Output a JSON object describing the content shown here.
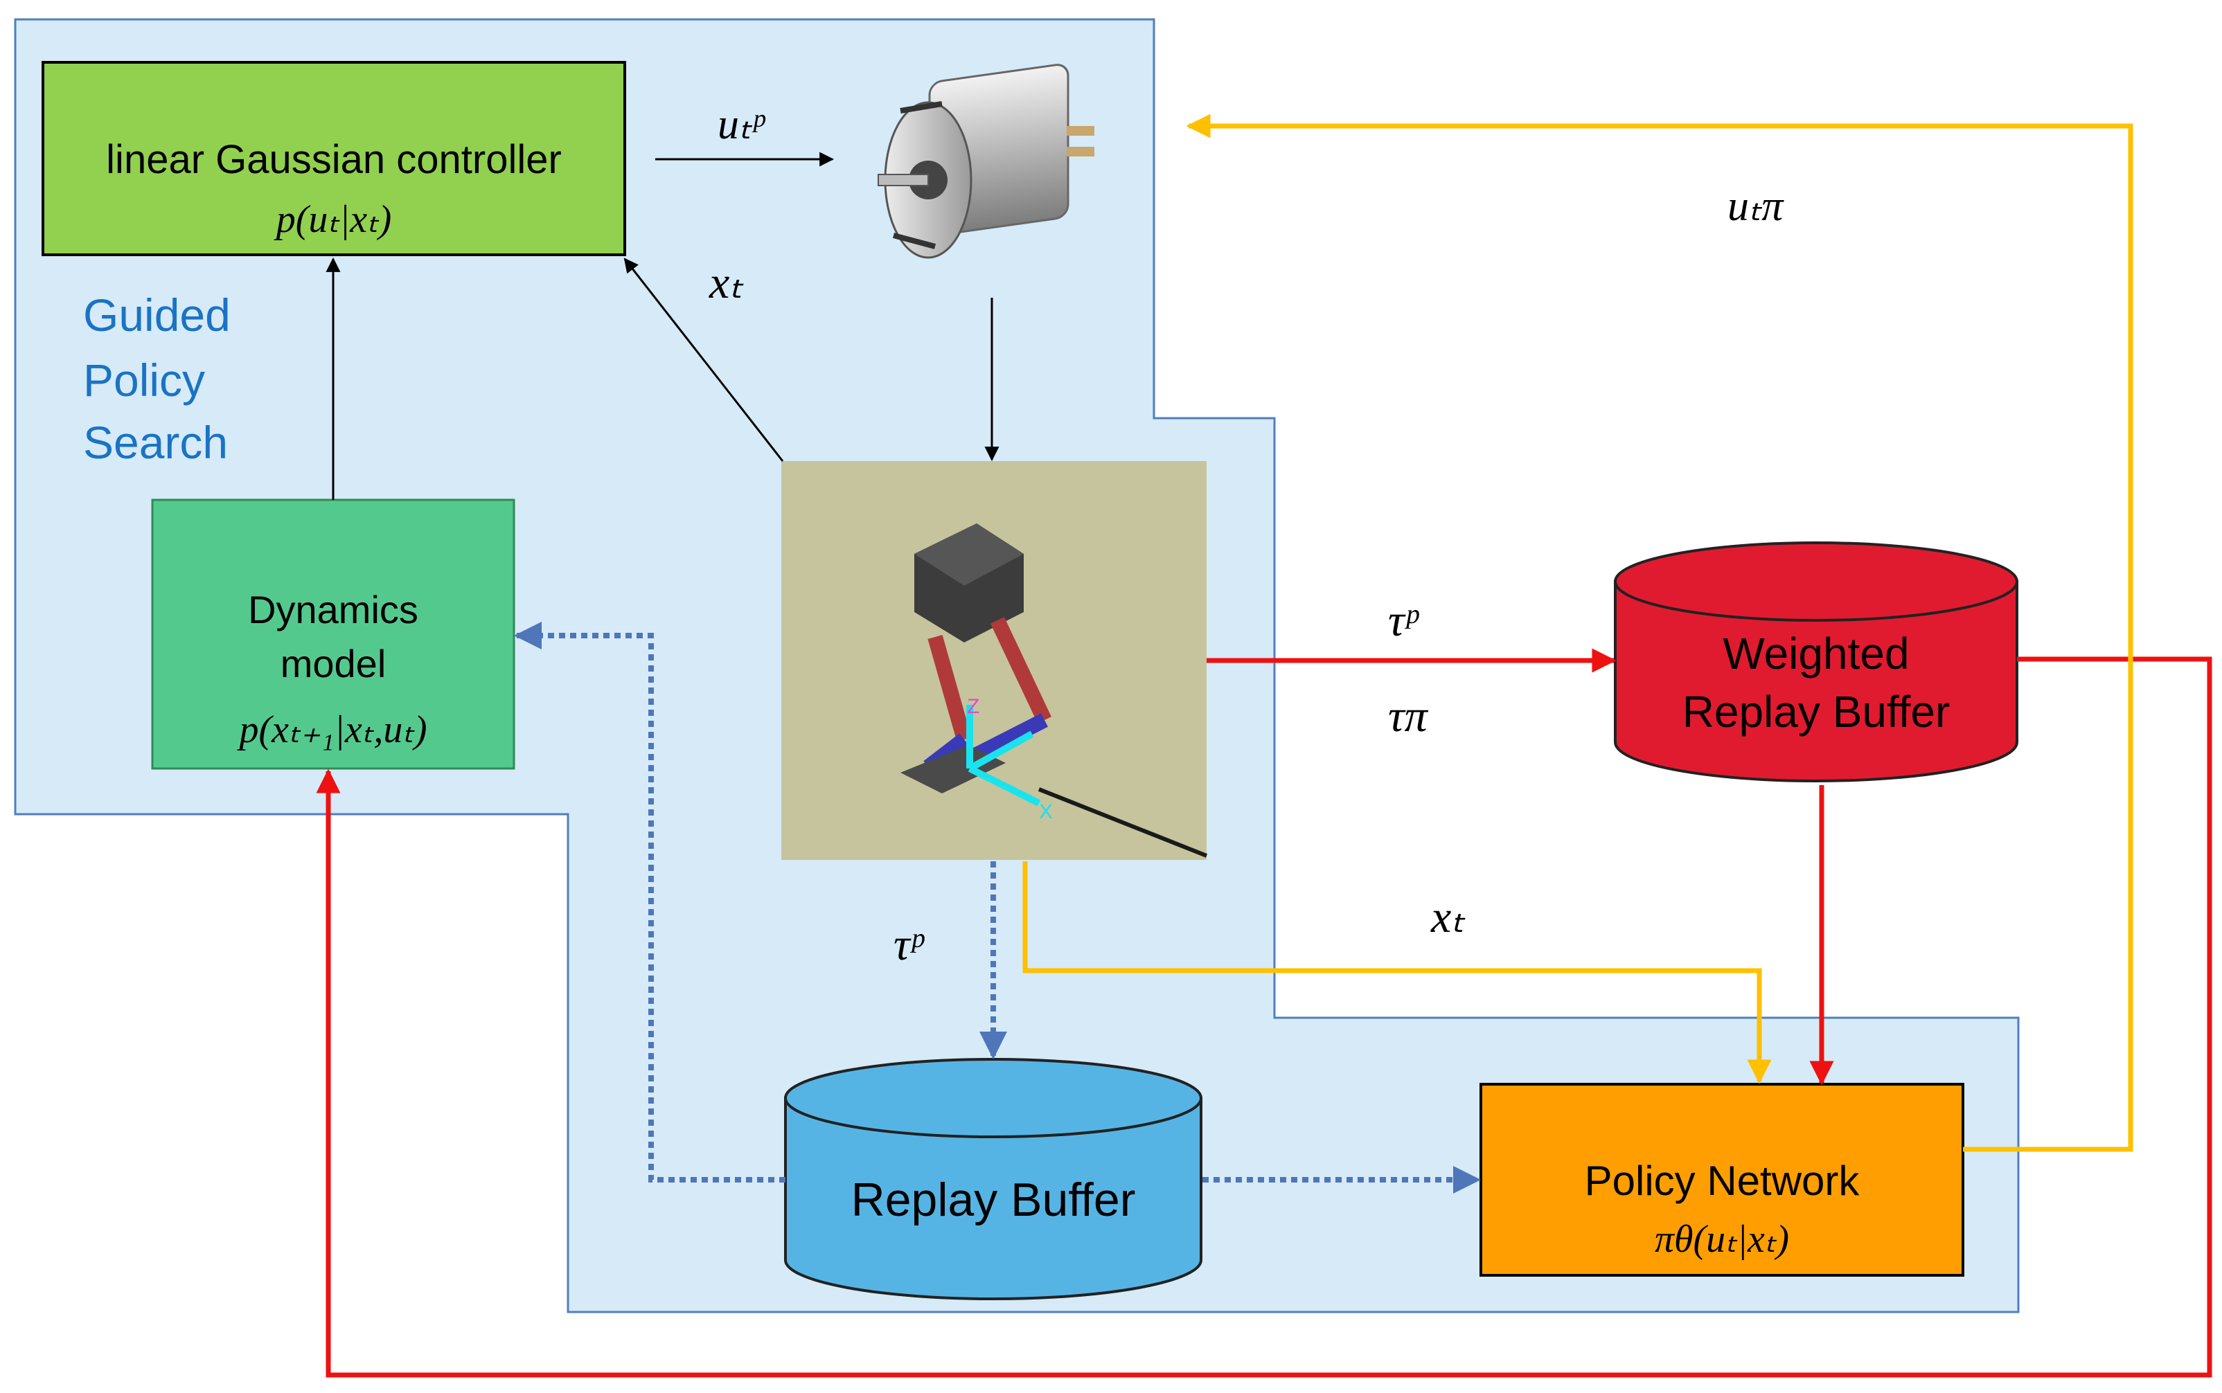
{
  "region": {
    "label_line1": "Guided",
    "label_line2": "Policy",
    "label_line3": "Search"
  },
  "controller": {
    "label": "linear Gaussian controller",
    "formula": "p(uₜ|xₜ)"
  },
  "dynamics": {
    "label_line1": "Dynamics",
    "label_line2": "model",
    "formula": "p(xₜ₊₁|xₜ,uₜ)"
  },
  "weighted_buffer": {
    "label_line1": "Weighted",
    "label_line2": "Replay Buffer"
  },
  "replay_buffer": {
    "label": "Replay Buffer"
  },
  "policy": {
    "label": "Policy Network",
    "formula": "πθ(uₜ|xₜ)"
  },
  "arrows": {
    "u_p": "uₜᵖ",
    "u_pi": "uₜπ",
    "x_t_top": "xₜ",
    "tau_p_right": "τᵖ",
    "tau_pi_right": "τπ",
    "tau_p_bottom": "τᵖ",
    "x_t_mid": "xₜ"
  },
  "robot": {
    "axis_z": "Z",
    "axis_x": "X"
  },
  "colors": {
    "region_fill": "#d6eaf8",
    "region_stroke": "#4f7fbf",
    "controller_fill": "#92d050",
    "dynamics_fill": "#54c98e",
    "weighted_fill": "#e01b2f",
    "replay_fill": "#56b4e4",
    "policy_fill": "#ff9e00",
    "red_line": "#ee1111",
    "yellow_line": "#ffc000",
    "dotted_line": "#4f76b8",
    "text_blue": "#1a73c4"
  }
}
